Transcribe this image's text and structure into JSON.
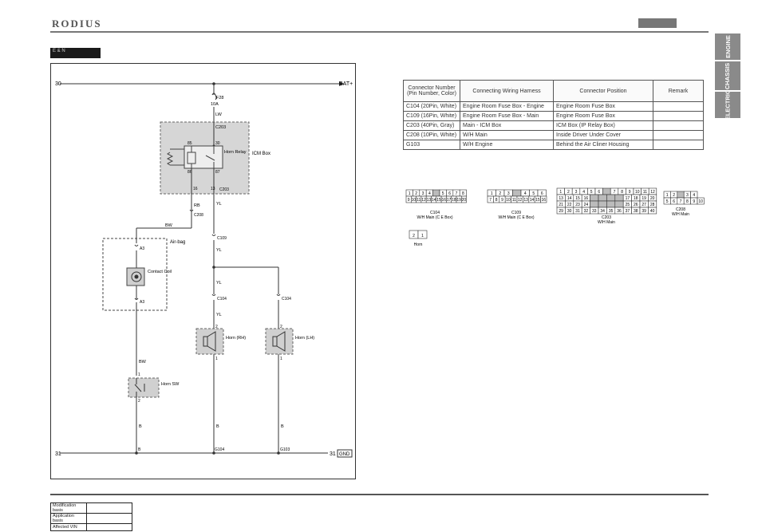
{
  "header": {
    "logo": "RODIUS"
  },
  "side_tabs": [
    "ENGINE",
    "CHASSIS",
    "ELECTRIC"
  ],
  "section_label": "E & N",
  "diagram": {
    "top_left": "30",
    "top_right": "BAT+",
    "fuse_id": "F28",
    "fuse_rating": "10A",
    "wire_lw": "LW",
    "icm_conn_top": "C203",
    "icm_box": "ICM Box",
    "horn_relay": "Horn Relay",
    "relay_pin_85": "85",
    "relay_pin_30": "30",
    "relay_pin_86": "86",
    "relay_pin_87": "87",
    "icm_pin_16": "16",
    "icm_pin_13": "13",
    "icm_conn_bottom": "C203",
    "wire_rb": "RB",
    "c208": "C208",
    "wire_bw_h": "BW",
    "wire_yl1": "YL",
    "c109": "C109",
    "wire_yl2": "YL",
    "airbag": "Air-bag",
    "a3_top": "A3",
    "contact_coil": "Contact Coil",
    "a3_bottom": "A3",
    "wire_yl3": "YL",
    "c104_rh": "C104",
    "c104_lh": "C104",
    "wire_yl4": "YL",
    "horn_rh": "Horn (RH)",
    "horn_lh": "Horn (LH)",
    "pin2_rh": "2",
    "pin1_rh": "1",
    "pin2_lh": "2",
    "pin1_lh": "1",
    "wire_bw_v": "BW",
    "horn_sw": "Horn SW",
    "sw_pin1": "1",
    "sw_pin2": "2",
    "wire_b1": "B",
    "wire_b2": "B",
    "wire_b3": "B",
    "b1": "B",
    "g104": "G104",
    "g103": "G103",
    "bottom_left": "31",
    "bottom_right": "31",
    "gnd": "GND"
  },
  "connector_table": {
    "headers": [
      "Connector Number (Pin Number, Color)",
      "Connecting Wiring Harness",
      "Connector Position",
      "Remark"
    ],
    "rows": [
      [
        "C104 (20Pin, White)",
        "Engine Room Fuse Box - Engine",
        "Engine Room Fuse Box",
        ""
      ],
      [
        "C109 (16Pin, White)",
        "Engine Room Fuse Box - Main",
        "Engine Room Fuse Box",
        ""
      ],
      [
        "C203 (40Pin, Gray)",
        "Main - ICM Box",
        "ICM Box (IP Relay Box)",
        ""
      ],
      [
        "C208 (10Pin, White)",
        "W/H Main",
        "Inside Driver Under Cover",
        ""
      ],
      [
        "G103",
        "W/H Engine",
        "Behind the Air Cliner Housing",
        ""
      ]
    ]
  },
  "connectors": {
    "c104": {
      "id": "C104",
      "sub": "W/H Main (C E Box)",
      "row1": [
        "1",
        "2",
        "3",
        "4",
        "",
        "5",
        "6",
        "7",
        "8"
      ],
      "row2": [
        "9",
        "10",
        "11",
        "12",
        "13",
        "14",
        "15",
        "16",
        "17",
        "18",
        "19",
        "20"
      ]
    },
    "c109": {
      "id": "C109",
      "sub": "W/H Main (C E Box)",
      "row1": [
        "1",
        "2",
        "3",
        "",
        "4",
        "5",
        "6"
      ],
      "row2": [
        "7",
        "8",
        "9",
        "10",
        "11",
        "12",
        "13",
        "14",
        "15",
        "16"
      ]
    },
    "c203": {
      "id": "C203",
      "sub": "W/H Main",
      "row1": [
        "1",
        "2",
        "3",
        "4",
        "5",
        "6",
        "",
        "7",
        "8",
        "9",
        "10",
        "11",
        "12"
      ],
      "row2": [
        "13",
        "14",
        "15",
        "16",
        "",
        "",
        "",
        "",
        "17",
        "18",
        "19",
        "20"
      ],
      "row3": [
        "21",
        "22",
        "23",
        "24",
        "",
        "",
        "",
        "",
        "25",
        "26",
        "27",
        "28"
      ],
      "row4": [
        "29",
        "30",
        "31",
        "32",
        "33",
        "34",
        "35",
        "36",
        "37",
        "38",
        "39",
        "40"
      ]
    },
    "c208": {
      "id": "C208",
      "sub": "W/H Main",
      "row1": [
        "1",
        "2",
        "",
        "3",
        "4"
      ],
      "row2": [
        "5",
        "6",
        "7",
        "8",
        "9",
        "10"
      ]
    },
    "horn": {
      "label": "Horn",
      "pins": [
        "2",
        "1"
      ]
    }
  },
  "footer": {
    "rows": [
      [
        "Modification basis",
        ""
      ],
      [
        "Application basis",
        ""
      ],
      [
        "Affected VIN",
        ""
      ]
    ]
  }
}
